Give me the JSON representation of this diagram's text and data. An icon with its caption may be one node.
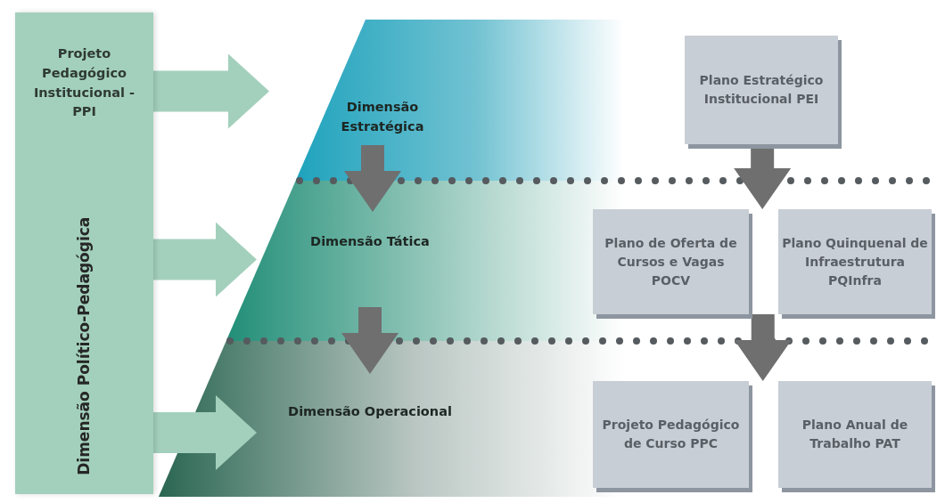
{
  "diagram": {
    "nodes": [
      {
        "text": [
          "Projeto Pedagógico Institucional - PPI",
          "Dimensão Político-Pedagógica"
        ]
      },
      {
        "text": [
          "Dimensão Estratégica"
        ]
      },
      {
        "text": [
          "Dimensão Tática"
        ]
      },
      {
        "text": [
          "Dimensão Operacional"
        ]
      },
      {
        "text": [
          "Plano Estratégico Institucional PEI"
        ]
      },
      {
        "text": [
          "Plano de Oferta de Cursos e Vagas POCV"
        ]
      },
      {
        "text": [
          "Plano Quinquenal de Infraestrutura PQInfra"
        ]
      },
      {
        "text": [
          "Projeto Pedagógico de Curso PPC"
        ]
      },
      {
        "text": [
          "Plano Anual de Trabalho PAT"
        ]
      }
    ],
    "edges": [
      {
        "from": 0,
        "to": 1,
        "arrow": "to",
        "style": "thick",
        "color": "#a3d0bc"
      },
      {
        "from": 0,
        "to": 2,
        "arrow": "to",
        "style": "thick",
        "color": "#a3d0bc"
      },
      {
        "from": 0,
        "to": 3,
        "arrow": "to",
        "style": "thick",
        "color": "#a3d0bc"
      },
      {
        "from": 1,
        "to": 2,
        "arrow": "to",
        "style": "thick"
      },
      {
        "from": 2,
        "to": 3,
        "arrow": "to",
        "style": "thick"
      },
      {
        "from": 4,
        "to": 5,
        "arrow": "to",
        "style": "thick"
      },
      {
        "from": 4,
        "to": 6,
        "arrow": "to",
        "style": "thick"
      },
      {
        "from": 5,
        "to": 7,
        "arrow": "to",
        "style": "thick"
      },
      {
        "from": 5,
        "to": 8,
        "arrow": "to",
        "style": "thick"
      },
      {
        "from": 6,
        "to": 7,
        "arrow": "to",
        "style": "thick"
      },
      {
        "from": 6,
        "to": 8,
        "arrow": "to",
        "style": "thick"
      }
    ]
  }
}
